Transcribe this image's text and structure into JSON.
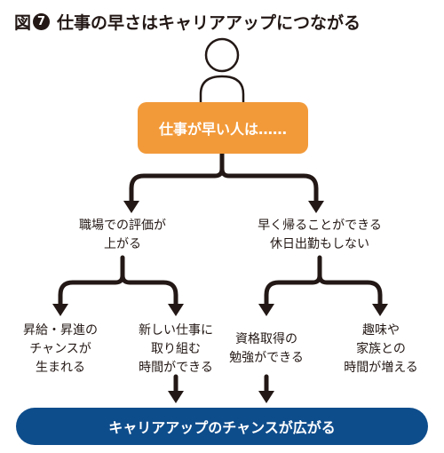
{
  "header": {
    "figure_label": "図",
    "figure_number": "7",
    "title": "仕事の早さはキャリアアップにつながる"
  },
  "top": {
    "person_icon": "person-icon",
    "box_text": "仕事が早い人は……"
  },
  "level1": {
    "left": "職場での評価が\n上がる",
    "right": "早く帰ることができる\n休日出勤もしない"
  },
  "level2": {
    "item1": "昇給・昇進の\nチャンスが\n生まれる",
    "item2": "新しい仕事に\n取り組む\n時間ができる",
    "item3": "資格取得の\n勉強ができる",
    "item4": "趣味や\n家族との\n時間が増える"
  },
  "bottom": {
    "text": "キャリアアップのチャンスが広がる"
  },
  "colors": {
    "orange": "#f29a3a",
    "navy": "#0e4d8c",
    "ink": "#231815"
  }
}
